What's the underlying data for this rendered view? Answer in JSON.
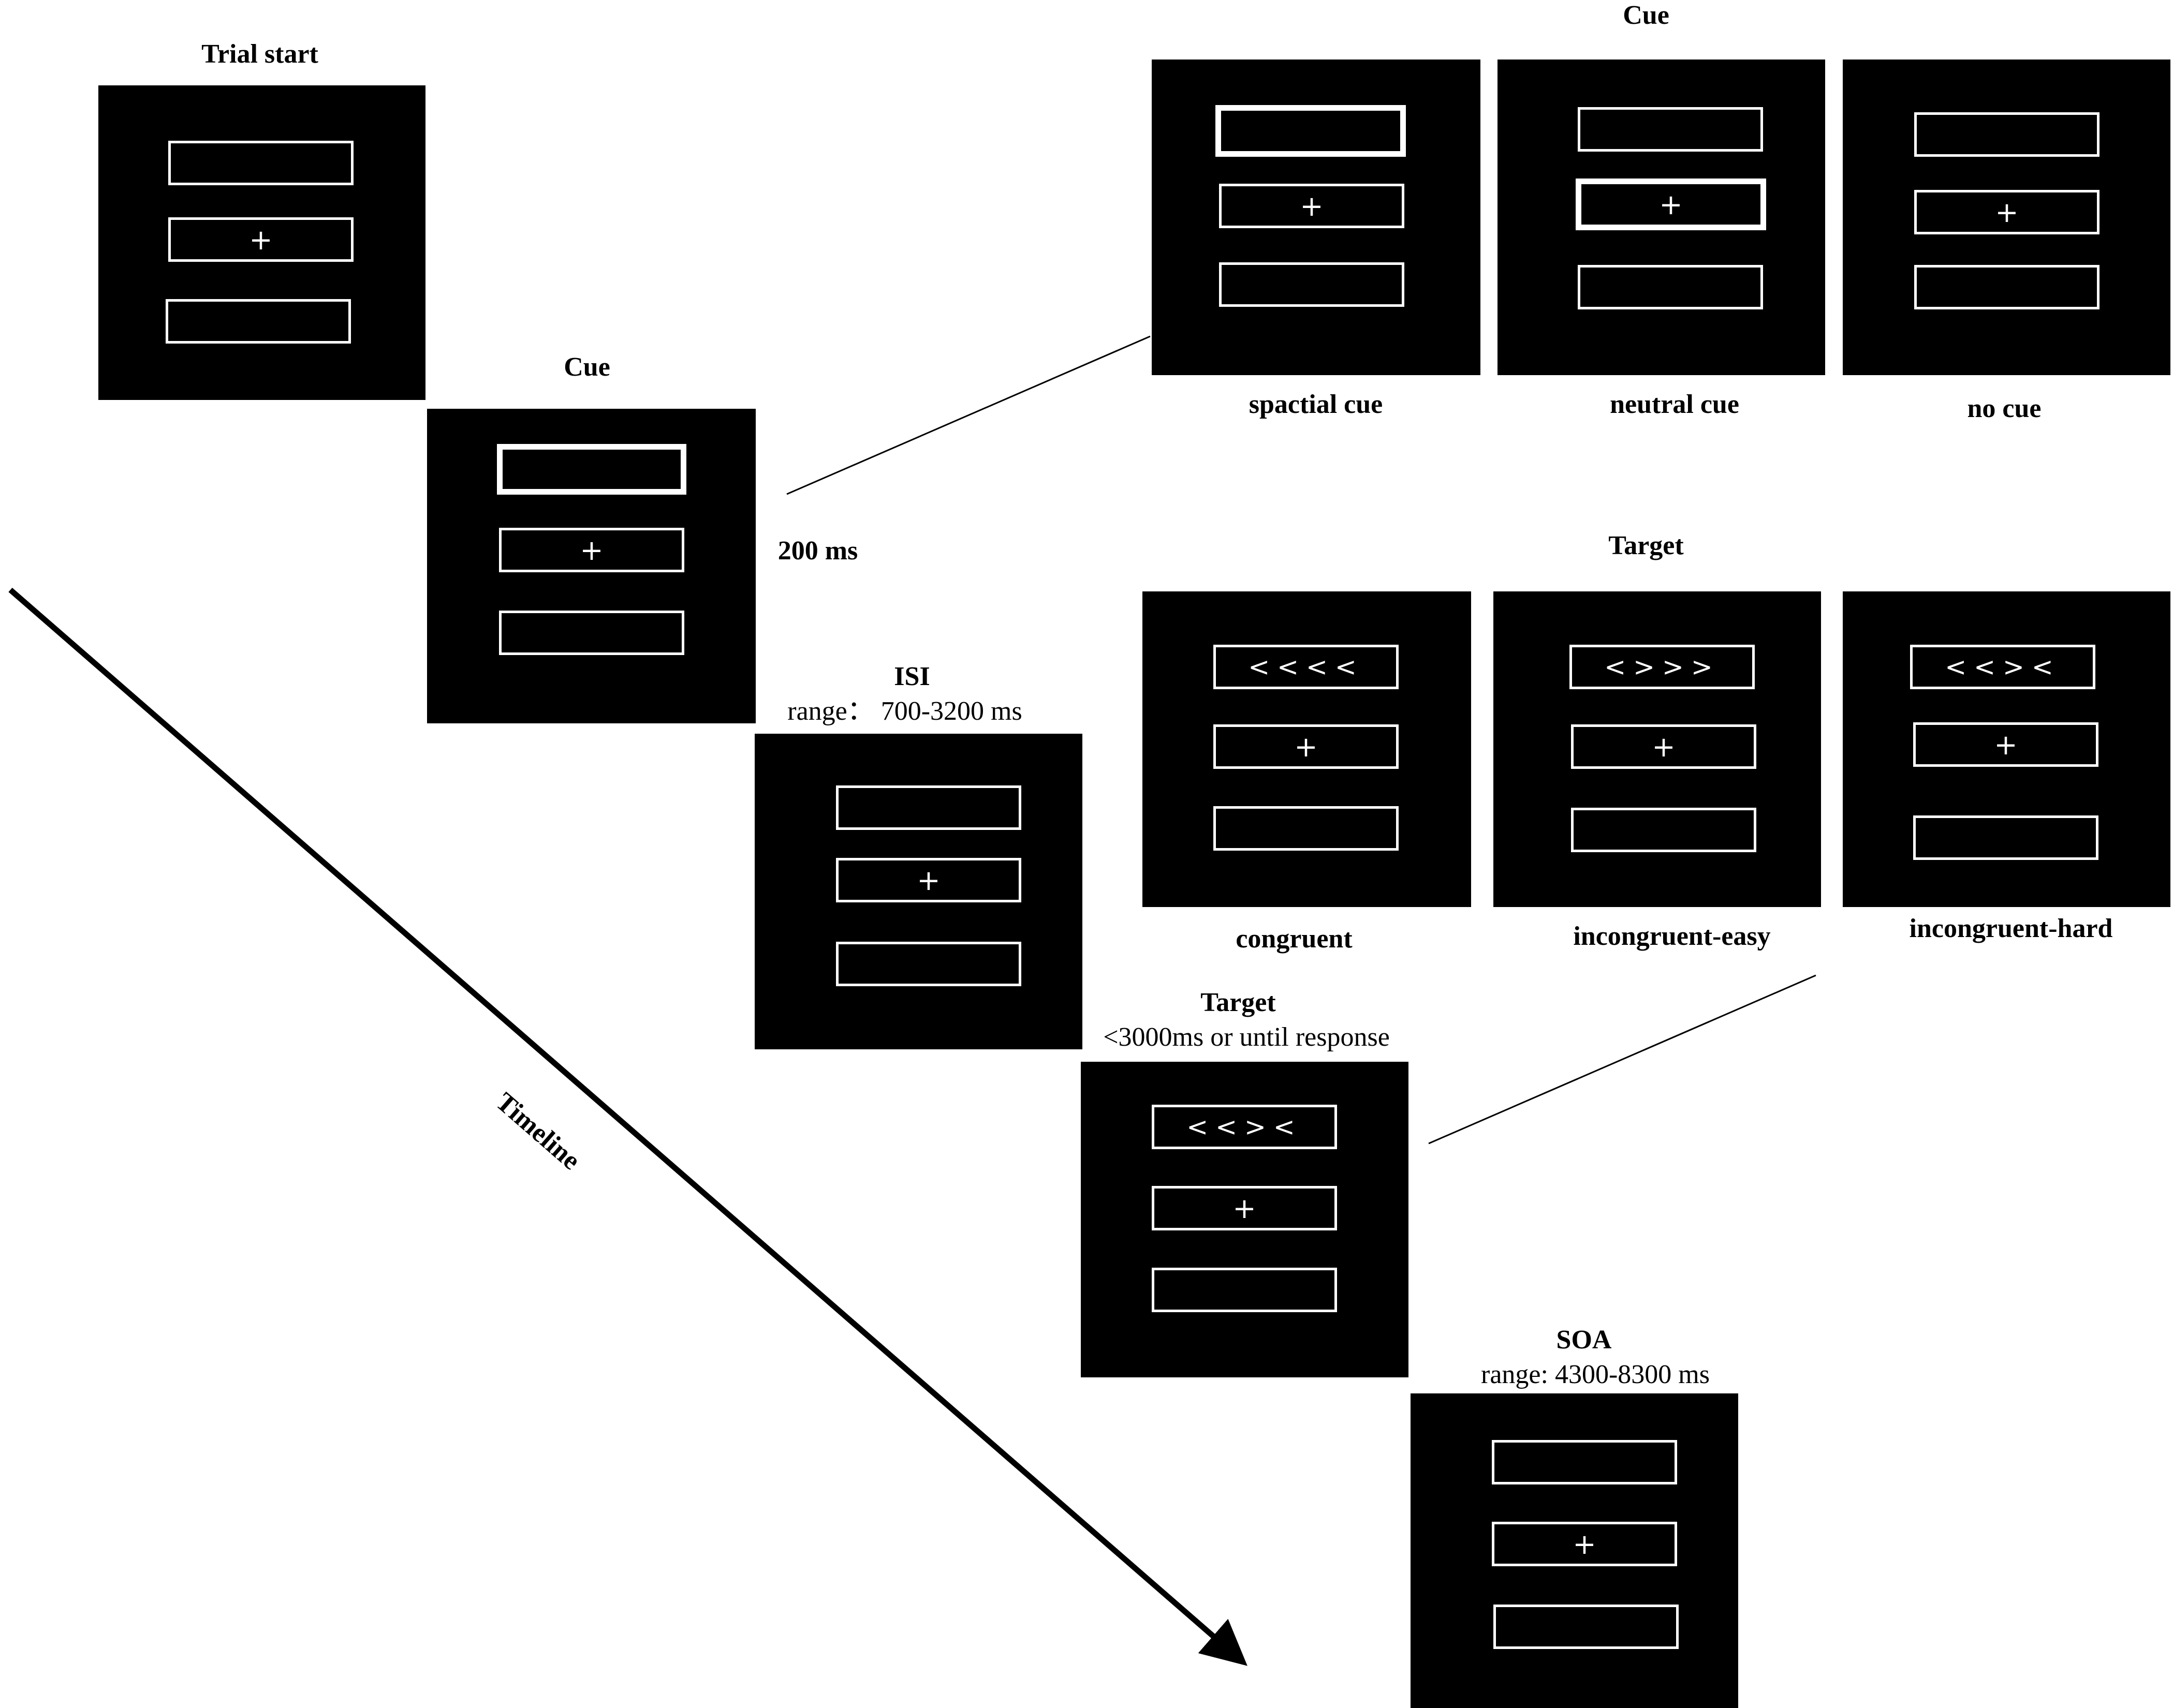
{
  "trial_start": {
    "title": "Trial start"
  },
  "cue_step": {
    "title": "Cue",
    "duration": "200 ms"
  },
  "isi_step": {
    "title": "ISI",
    "range": "range： 700-3200 ms"
  },
  "target_step": {
    "title": "Target",
    "duration": "<3000ms or until response",
    "flanker": "<<><"
  },
  "soa_step": {
    "title": "SOA",
    "range": "range: 4300-8300 ms"
  },
  "cue_types": {
    "title": "Cue",
    "items": [
      {
        "label": "spactial cue"
      },
      {
        "label": "neutral cue"
      },
      {
        "label": "no cue"
      }
    ]
  },
  "target_types": {
    "title": "Target",
    "items": [
      {
        "label": "congruent",
        "flanker": "<<<<"
      },
      {
        "label": "incongruent-easy",
        "flanker": "<>>>"
      },
      {
        "label": "incongruent-hard",
        "flanker": "<<><"
      }
    ]
  },
  "fixation": "+",
  "timeline_label": "Timeline",
  "colors": {
    "screen": "#000000",
    "frame": "#ffffff",
    "background": "#ffffff"
  }
}
